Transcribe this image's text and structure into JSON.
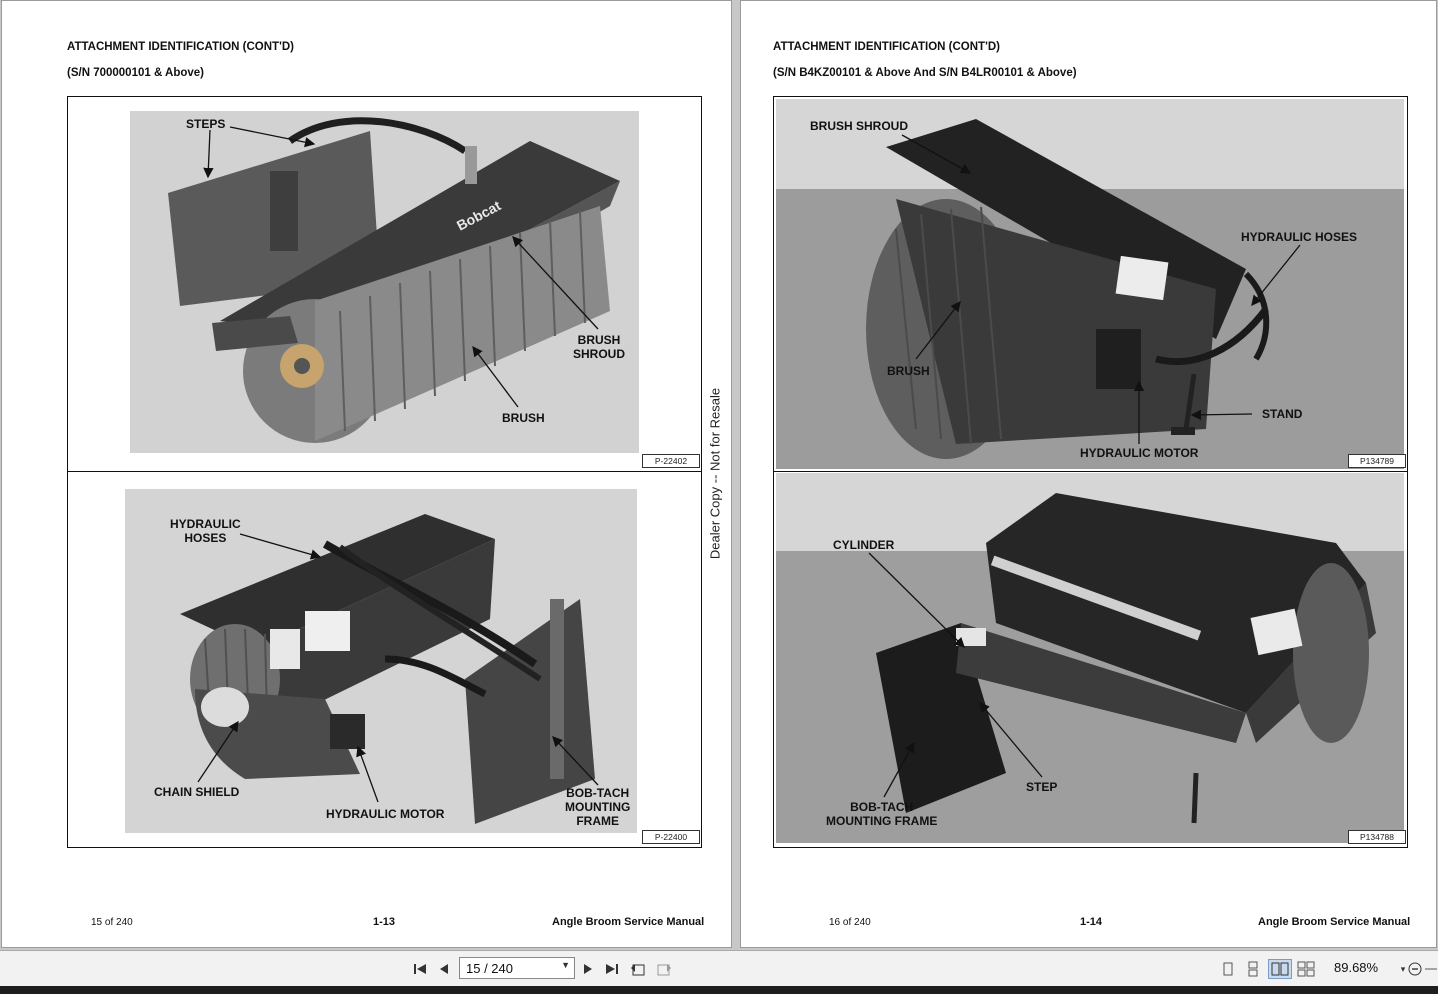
{
  "left_page": {
    "title": "ATTACHMENT IDENTIFICATION (CONT'D)",
    "serial": "(S/N 700000101 & Above)",
    "figure_top": {
      "labels": {
        "steps": "STEPS",
        "brush_shroud": "BRUSH\nSHROUD",
        "brush": "BRUSH",
        "brand": "Bobcat"
      },
      "photo_id": "P-22402"
    },
    "figure_bottom": {
      "labels": {
        "hydraulic_hoses": "HYDRAULIC\nHOSES",
        "chain_shield": "CHAIN SHIELD",
        "hydraulic_motor": "HYDRAULIC MOTOR",
        "bobtach": "BOB-TACH\nMOUNTING\nFRAME"
      },
      "photo_id": "P-22400"
    },
    "footer": {
      "count": "15 of 240",
      "page_no": "1-13",
      "manual": "Angle Broom Service Manual"
    }
  },
  "right_page": {
    "title": "ATTACHMENT IDENTIFICATION (CONT'D)",
    "serial": "(S/N B4KZ00101 & Above And S/N B4LR00101 & Above)",
    "figure_top": {
      "labels": {
        "brush_shroud": "BRUSH SHROUD",
        "hydraulic_hoses": "HYDRAULIC HOSES",
        "brush": "BRUSH",
        "stand": "STAND",
        "hydraulic_motor": "HYDRAULIC MOTOR"
      },
      "photo_id": "P134789"
    },
    "figure_bottom": {
      "labels": {
        "cylinder": "CYLINDER",
        "step": "STEP",
        "bobtach": "BOB-TACH\nMOUNTING FRAME"
      },
      "photo_id": "P134788"
    },
    "footer": {
      "count": "16 of 240",
      "page_no": "1-14",
      "manual": "Angle Broom Service Manual"
    }
  },
  "watermark": "Dealer Copy -- Not for Resale",
  "toolbar": {
    "page_field": "15 / 240",
    "zoom": "89.68%",
    "icons": [
      "first-page-icon",
      "prev-page-icon",
      "next-page-icon",
      "last-page-icon",
      "previous-view-icon",
      "next-view-icon",
      "single-page-icon",
      "continuous-icon",
      "facing-icon",
      "continuous-facing-icon",
      "zoom-out-icon"
    ]
  },
  "colors": {
    "page": "#ffffff",
    "photo_light": "#d6d6d6",
    "photo_dark": "#8c8c8c",
    "toolbar": "#f2f2f2"
  }
}
